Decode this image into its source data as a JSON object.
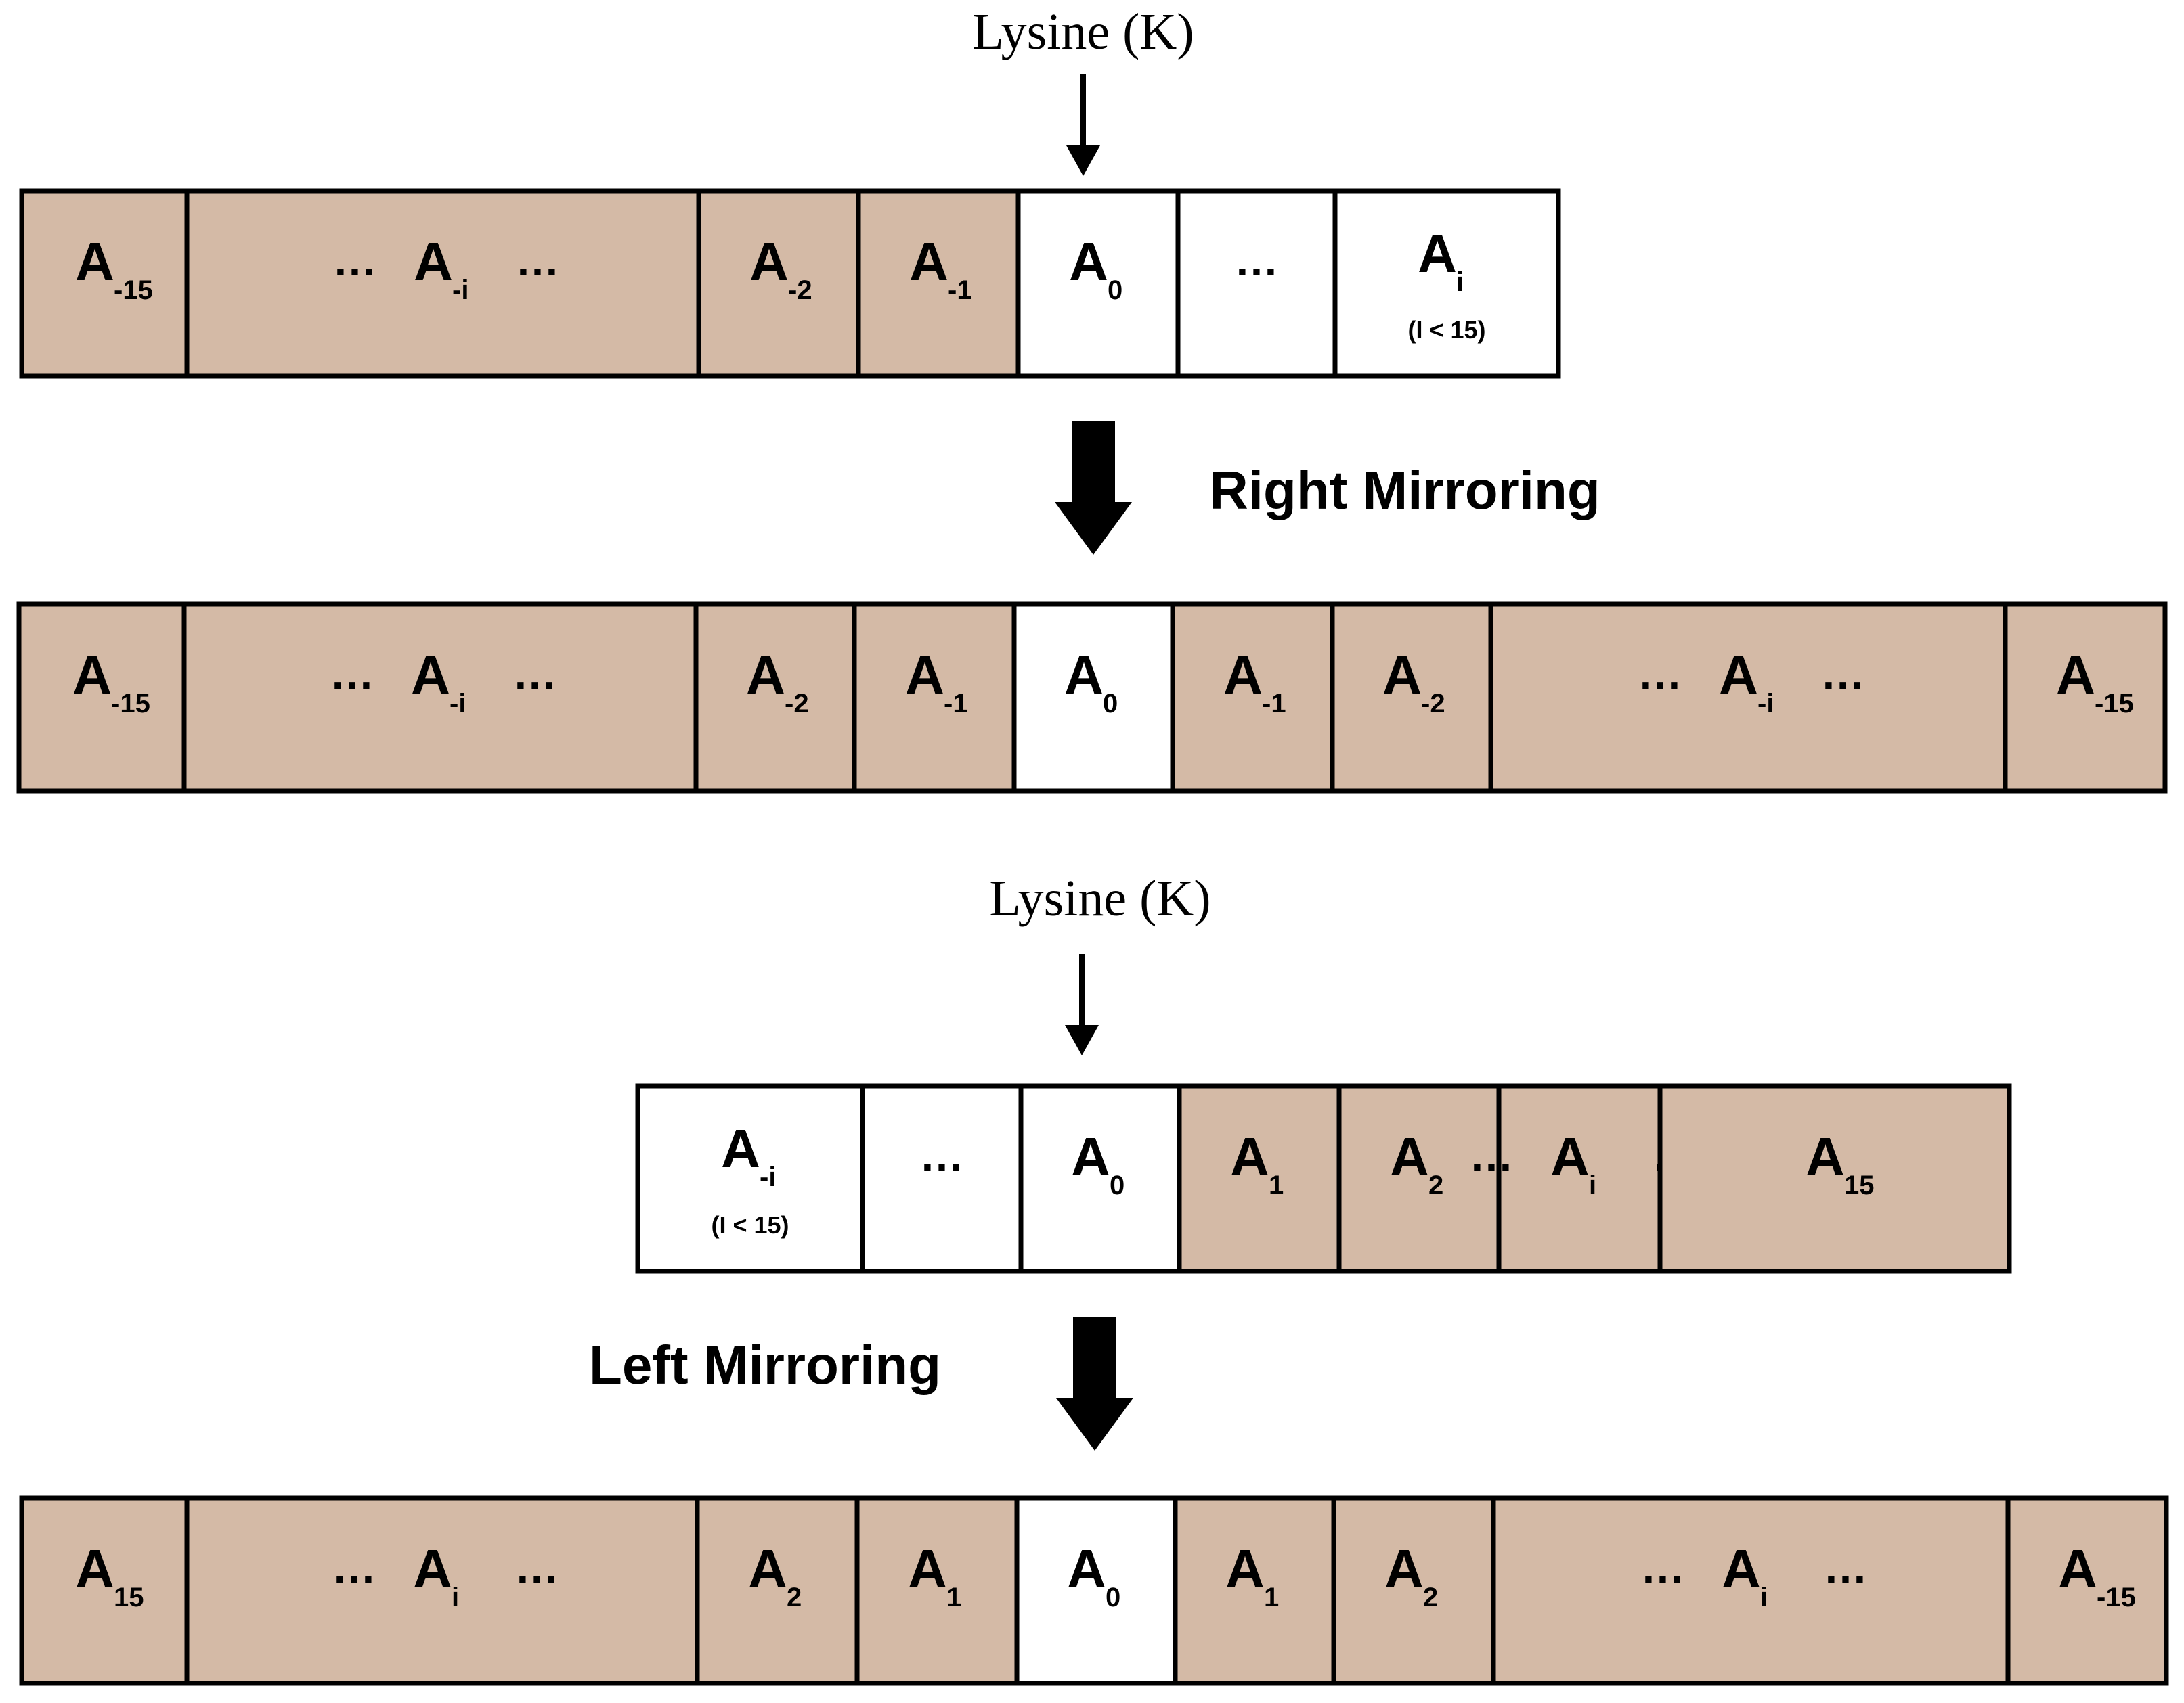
{
  "colors": {
    "shaded": "#d4baa6",
    "plain": "#ffffff",
    "stroke": "#000000"
  },
  "annotations": {
    "lysine_top": "Lysine (K)",
    "lysine_bottom": "Lysine (K)",
    "right_mirroring": "Right Mirroring",
    "left_mirroring": "Left Mirroring"
  },
  "rows": [
    {
      "id": "row-1-original-left",
      "cells": [
        {
          "base": "A",
          "sub": "-15",
          "shaded": true
        },
        {
          "pre": "…",
          "base": "A",
          "sub": "-i",
          "post": "…",
          "shaded": true
        },
        {
          "base": "A",
          "sub": "-2",
          "shaded": true
        },
        {
          "base": "A",
          "sub": "-1",
          "shaded": true
        },
        {
          "base": "A",
          "sub": "0",
          "shaded": false
        },
        {
          "pre": "…",
          "shaded": false
        },
        {
          "base": "A",
          "sub": "i",
          "note": "(I < 15)",
          "shaded": false
        }
      ]
    },
    {
      "id": "row-2-right-mirrored",
      "cells": [
        {
          "base": "A",
          "sub": "-15",
          "shaded": true
        },
        {
          "pre": "…",
          "base": "A",
          "sub": "-i",
          "post": "…",
          "shaded": true
        },
        {
          "base": "A",
          "sub": "-2",
          "shaded": true
        },
        {
          "base": "A",
          "sub": "-1",
          "shaded": true
        },
        {
          "base": "A",
          "sub": "0",
          "shaded": false
        },
        {
          "base": "A",
          "sub": "-1",
          "shaded": true
        },
        {
          "base": "A",
          "sub": "-2",
          "shaded": true
        },
        {
          "pre": "…",
          "base": "A",
          "sub": "-i",
          "post": "…",
          "shaded": true
        },
        {
          "base": "A",
          "sub": "-15",
          "shaded": true
        }
      ]
    },
    {
      "id": "row-3-original-right",
      "cells": [
        {
          "base": "A",
          "sub": "-i",
          "note": "(I < 15)",
          "shaded": false
        },
        {
          "pre": "…",
          "shaded": false
        },
        {
          "base": "A",
          "sub": "0",
          "shaded": false
        },
        {
          "base": "A",
          "sub": "1",
          "shaded": true
        },
        {
          "base": "A",
          "sub": "2",
          "shaded": true
        },
        {
          "pre": "…",
          "base": "A",
          "sub": "i",
          "post": "…",
          "shaded": true
        },
        {
          "base": "A",
          "sub": "15",
          "shaded": true
        }
      ]
    },
    {
      "id": "row-4-left-mirrored",
      "cells": [
        {
          "base": "A",
          "sub": "15",
          "shaded": true
        },
        {
          "pre": "…",
          "base": "A",
          "sub": "i",
          "post": "…",
          "shaded": true
        },
        {
          "base": "A",
          "sub": "2",
          "shaded": true
        },
        {
          "base": "A",
          "sub": "1",
          "shaded": true
        },
        {
          "base": "A",
          "sub": "0",
          "shaded": false
        },
        {
          "base": "A",
          "sub": "1",
          "shaded": true
        },
        {
          "base": "A",
          "sub": "2",
          "shaded": true
        },
        {
          "pre": "…",
          "base": "A",
          "sub": "i",
          "post": "…",
          "shaded": true
        },
        {
          "base": "A",
          "sub": "-15",
          "shaded": true
        }
      ]
    }
  ]
}
